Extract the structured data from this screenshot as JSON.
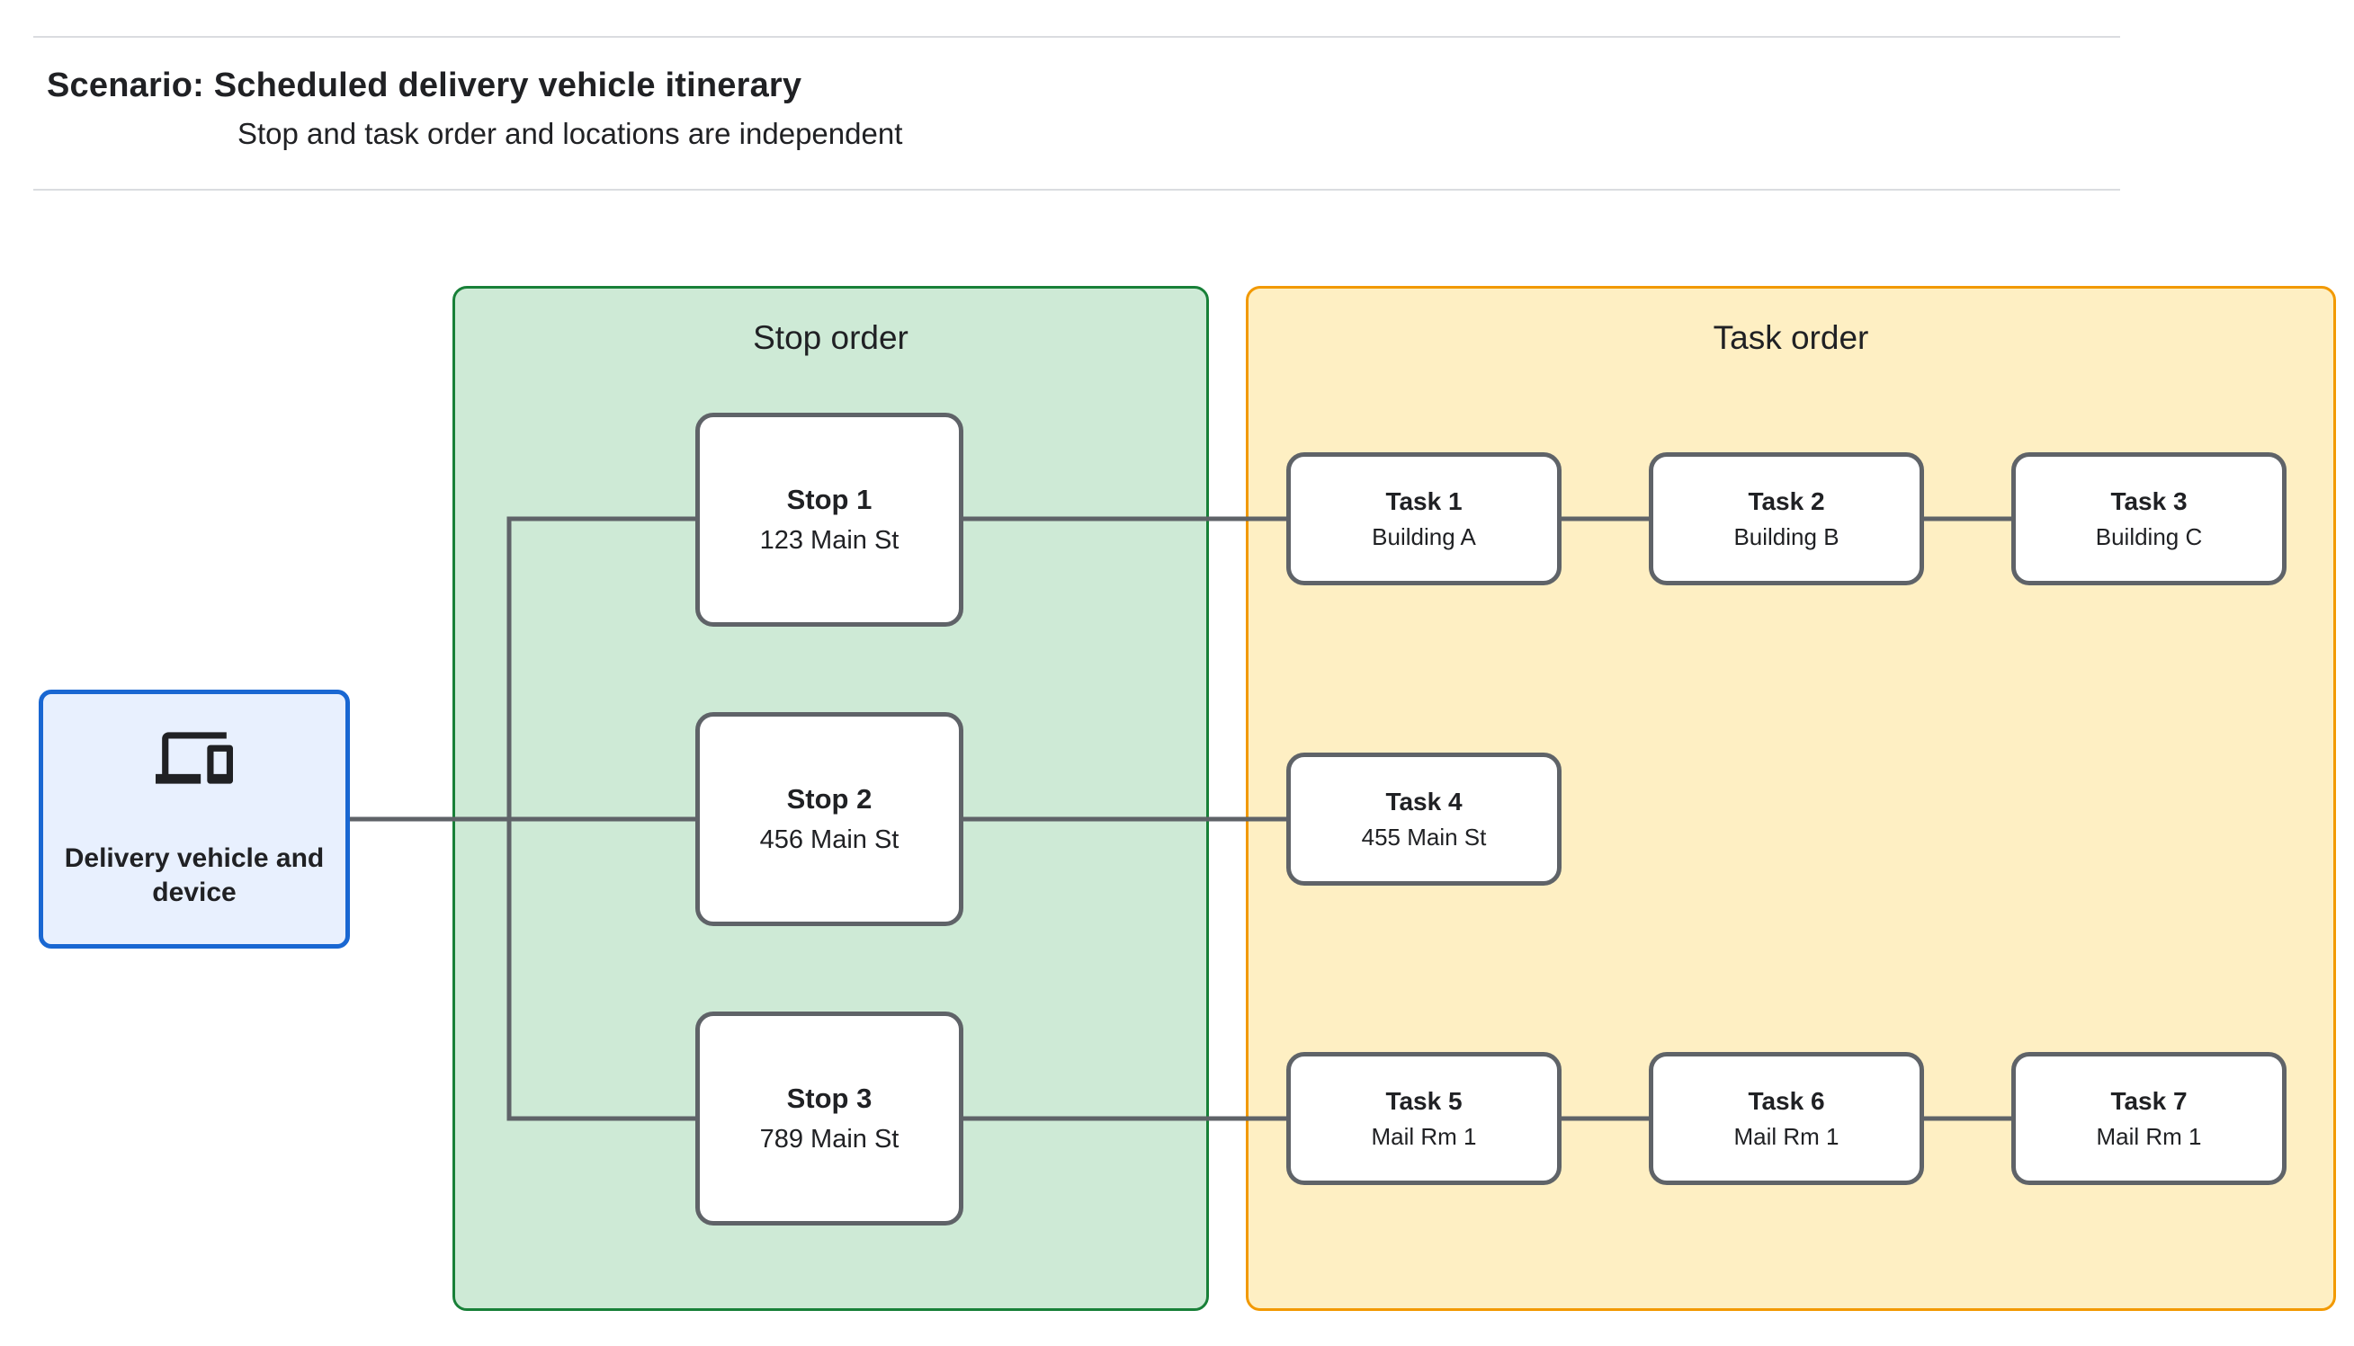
{
  "header": {
    "title": "Scenario: Scheduled delivery vehicle itinerary",
    "subtitle": "Stop and task order and locations are independent"
  },
  "source_node": {
    "label": "Delivery vehicle and device",
    "icon": "devices-icon"
  },
  "stop_panel": {
    "title": "Stop order",
    "items": [
      {
        "name": "Stop 1",
        "location": "123 Main St"
      },
      {
        "name": "Stop 2",
        "location": "456 Main St"
      },
      {
        "name": "Stop 3",
        "location": "789 Main St"
      }
    ]
  },
  "task_panel": {
    "title": "Task order",
    "items": [
      {
        "name": "Task 1",
        "location": "Building A"
      },
      {
        "name": "Task 2",
        "location": "Building B"
      },
      {
        "name": "Task 3",
        "location": "Building C"
      },
      {
        "name": "Task 4",
        "location": "455 Main St"
      },
      {
        "name": "Task 5",
        "location": "Mail Rm 1"
      },
      {
        "name": "Task 6",
        "location": "Mail Rm 1"
      },
      {
        "name": "Task 7",
        "location": "Mail Rm 1"
      }
    ]
  },
  "colors": {
    "stop_panel_fill": "#CEEAD6",
    "stop_panel_border": "#188038",
    "task_panel_fill": "#FEEFC3",
    "task_panel_border": "#F29900",
    "source_fill": "#E8F0FE",
    "source_border": "#1967D2",
    "node_border": "#5F6368",
    "connector": "#5F6368",
    "rule": "#DADCE0",
    "text": "#202124"
  }
}
